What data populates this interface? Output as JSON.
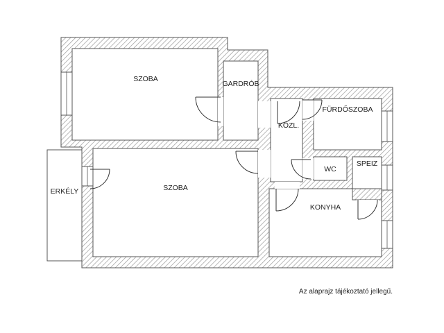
{
  "floor_plan": {
    "rooms": {
      "bedroom_top": "SZOBA",
      "wardrobe": "GARDRÓB",
      "bedroom_main": "SZOBA",
      "balcony": "ERKÉLY",
      "corridor": "KÖZL.",
      "bathroom": "FÜRDŐSZOBA",
      "wc": "WC",
      "pantry": "SPEIZ",
      "kitchen": "KONYHA"
    },
    "disclaimer": "Az alaprajz tájékoztató jellegű.",
    "colors": {
      "wall_outline": "#555555",
      "hatch": "#9a9a9a",
      "door": "#333333"
    }
  }
}
